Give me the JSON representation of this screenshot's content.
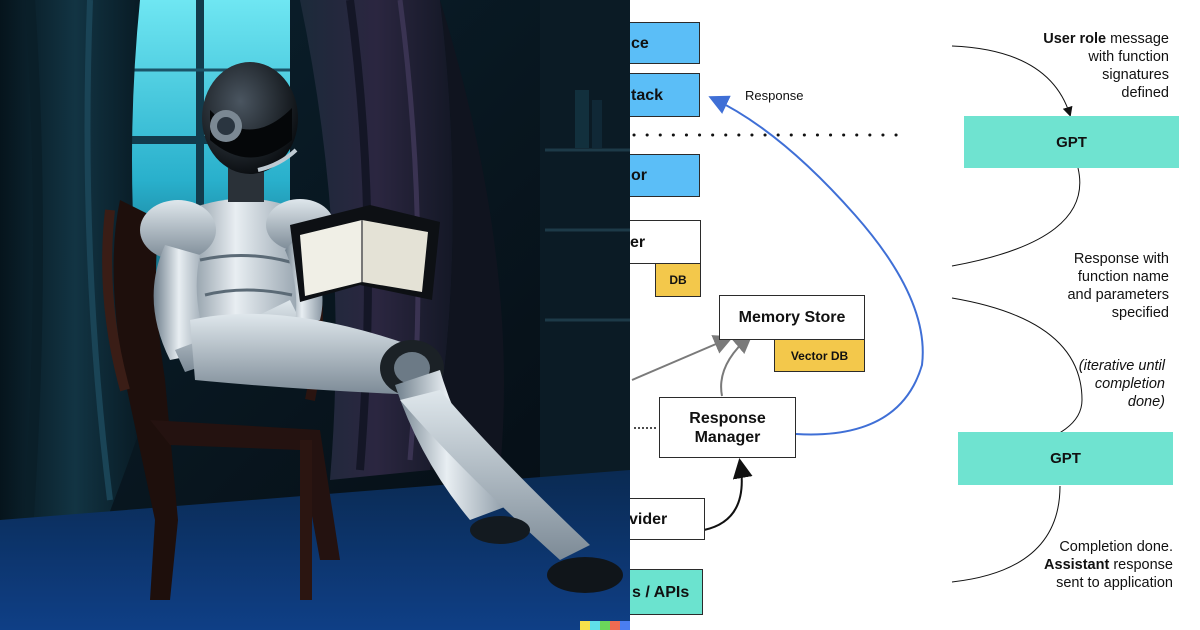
{
  "diagram": {
    "nodes": {
      "top1": "ce",
      "top2": "tack",
      "top3": "or",
      "top4": "er",
      "top4_tag": "DB",
      "memory_store": "Memory Store",
      "memory_store_tag": "Vector DB",
      "response_manager_line1": "Response",
      "response_manager_line2": "Manager",
      "provider": "vider",
      "apis": "s / APIs"
    },
    "labels": {
      "response_arrow": "Response"
    }
  },
  "flow": {
    "gpt_top": "GPT",
    "gpt_bottom": "GPT",
    "note_user_bold": "User role",
    "note_user_rest1": " message",
    "note_user_line2": "with  function",
    "note_user_line3": "signatures",
    "note_user_line4": "defined",
    "note_response_line1": "Response with",
    "note_response_line2": "function name",
    "note_response_line3": "and parameters",
    "note_response_line4": "specified",
    "note_iter_line1": "(iterative until",
    "note_iter_line2": "completion",
    "note_iter_line3": "done)",
    "note_done_line1": "Completion done.",
    "note_done_bold": "Assistant",
    "note_done_rest2": " response",
    "note_done_line3": "sent to application"
  },
  "colors": {
    "blue_box": "#5bbef7",
    "teal_box": "#6fe3d0",
    "yellow_tag": "#f3c84b",
    "response_arrow": "#3f6fd6"
  }
}
